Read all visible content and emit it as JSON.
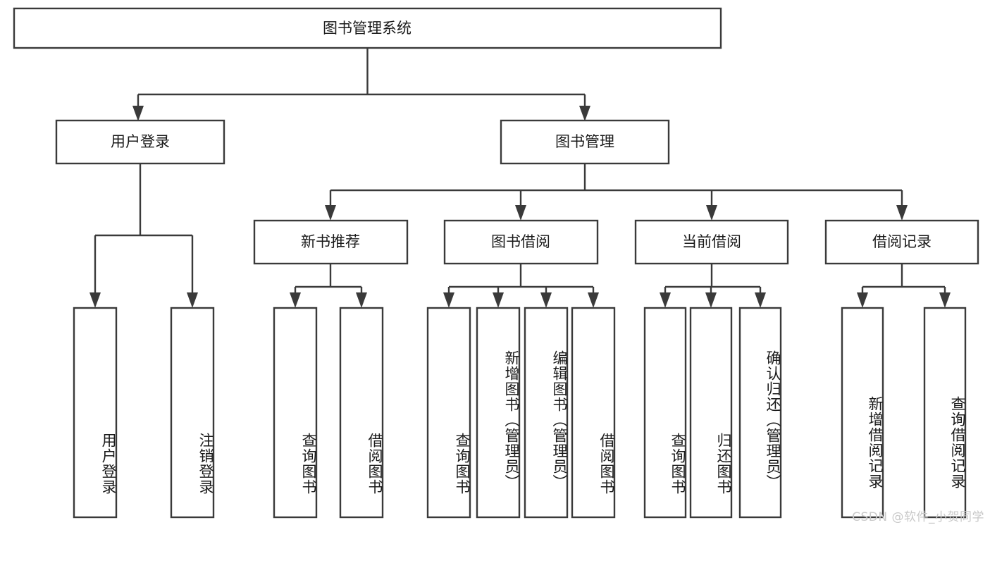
{
  "diagram": {
    "type": "tree-hierarchy",
    "title": "图书管理系统",
    "watermark": "CSDN @软件_小贺同学",
    "colors": {
      "box_stroke": "#3a3a3a",
      "box_fill": "#ffffff",
      "text": "#1a1a1a",
      "background": "#ffffff",
      "watermark": "#c9c9c9"
    },
    "levels": {
      "level1": [
        {
          "id": "root",
          "label": "图书管理系统"
        }
      ],
      "level2": [
        {
          "id": "user-login",
          "label": "用户登录",
          "parent": "root"
        },
        {
          "id": "book-manage",
          "label": "图书管理",
          "parent": "root"
        }
      ],
      "level3": [
        {
          "id": "new-book-rec",
          "label": "新书推荐",
          "parent": "book-manage"
        },
        {
          "id": "book-borrow",
          "label": "图书借阅",
          "parent": "book-manage"
        },
        {
          "id": "current-borrow",
          "label": "当前借阅",
          "parent": "book-manage"
        },
        {
          "id": "borrow-record",
          "label": "借阅记录",
          "parent": "book-manage"
        }
      ],
      "level4": [
        {
          "id": "leaf-user-login",
          "label": "用户登录",
          "parent": "user-login"
        },
        {
          "id": "leaf-logout",
          "label": "注销登录",
          "parent": "user-login"
        },
        {
          "id": "leaf-query-book-1",
          "label": "查询图书",
          "parent": "new-book-rec"
        },
        {
          "id": "leaf-borrow-book-1",
          "label": "借阅图书",
          "parent": "new-book-rec"
        },
        {
          "id": "leaf-query-book-2",
          "label": "查询图书",
          "parent": "book-borrow"
        },
        {
          "id": "leaf-add-book",
          "label": "新增图书（管理员）",
          "parent": "book-borrow"
        },
        {
          "id": "leaf-edit-book",
          "label": "编辑图书（管理员）",
          "parent": "book-borrow"
        },
        {
          "id": "leaf-borrow-book-2",
          "label": "借阅图书",
          "parent": "book-borrow"
        },
        {
          "id": "leaf-query-book-3",
          "label": "查询图书",
          "parent": "current-borrow"
        },
        {
          "id": "leaf-return-book",
          "label": "归还图书",
          "parent": "current-borrow"
        },
        {
          "id": "leaf-confirm-return",
          "label": "确认归还（管理员）",
          "parent": "current-borrow"
        },
        {
          "id": "leaf-add-record",
          "label": "新增借阅记录",
          "parent": "borrow-record"
        },
        {
          "id": "leaf-query-record",
          "label": "查询借阅记录",
          "parent": "borrow-record"
        }
      ]
    }
  }
}
